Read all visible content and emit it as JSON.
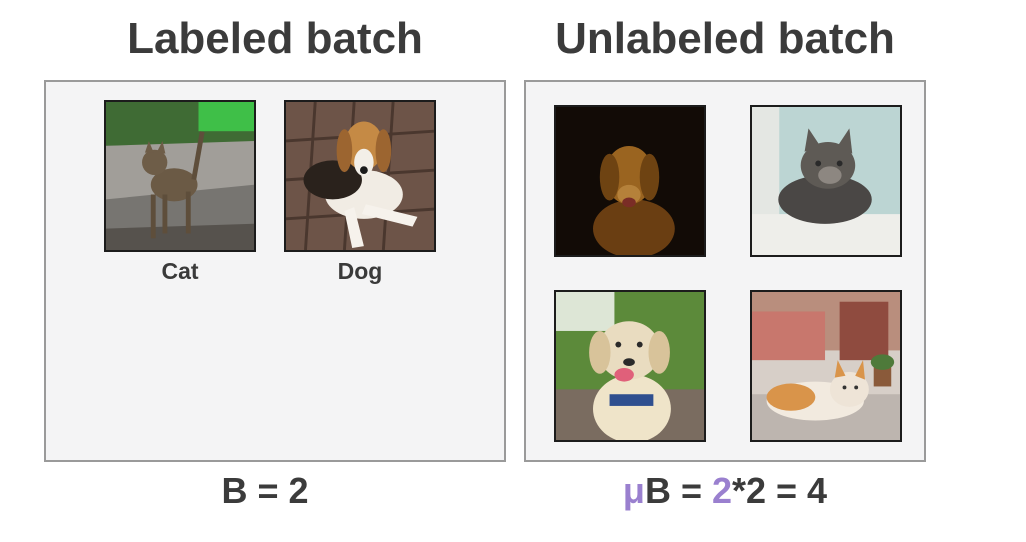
{
  "labeled": {
    "title": "Labeled batch",
    "images": [
      {
        "icon": "cat-photo",
        "label": "Cat"
      },
      {
        "icon": "dog-photo",
        "label": "Dog"
      }
    ],
    "formula": "B = 2"
  },
  "unlabeled": {
    "title": "Unlabeled batch",
    "images": [
      {
        "icon": "dog-photo"
      },
      {
        "icon": "cat-photo"
      },
      {
        "icon": "dog-photo"
      },
      {
        "icon": "cat-photo"
      }
    ],
    "formula": {
      "mu": "μ",
      "b_eq": "B = ",
      "factor": "2",
      "rest": "*2 = 4"
    }
  },
  "colors": {
    "accent": "#9a80cf",
    "panel_bg": "#f4f4f5",
    "text": "#3b3b3b"
  }
}
